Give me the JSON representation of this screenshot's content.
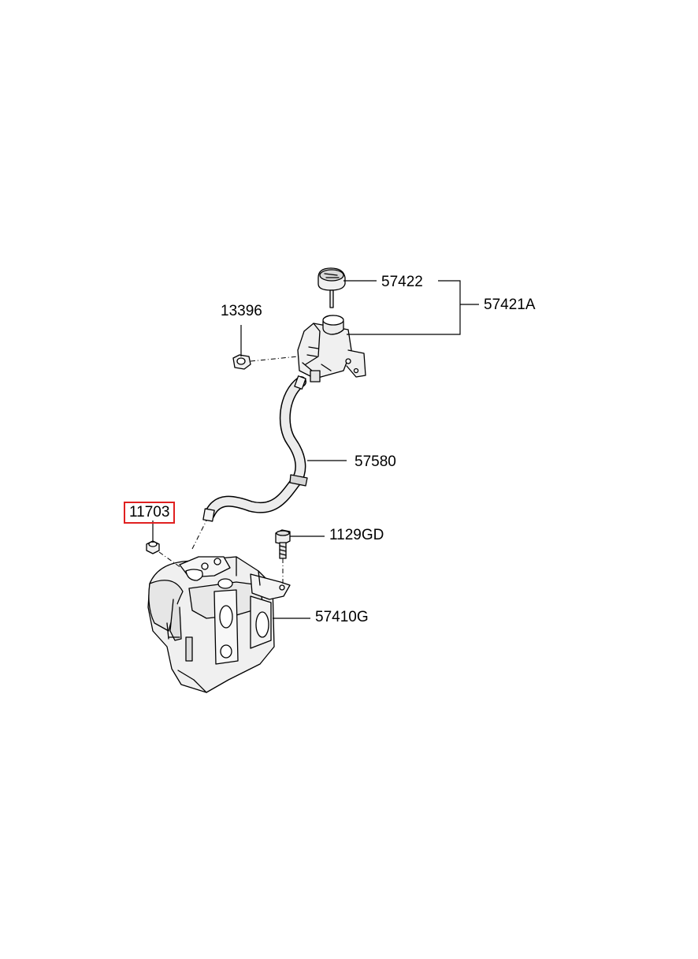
{
  "diagram": {
    "highlight_color": "#e02020",
    "line_color": "#000000",
    "part_fill": "#f0f0f0",
    "parts": [
      {
        "id": "p57422",
        "label": "57422"
      },
      {
        "id": "p57421A",
        "label": "57421A"
      },
      {
        "id": "p13396",
        "label": "13396"
      },
      {
        "id": "p57580",
        "label": "57580"
      },
      {
        "id": "p11703",
        "label": "11703",
        "highlighted": true
      },
      {
        "id": "p1129GD",
        "label": "1129GD"
      },
      {
        "id": "p57410G",
        "label": "57410G"
      }
    ]
  }
}
